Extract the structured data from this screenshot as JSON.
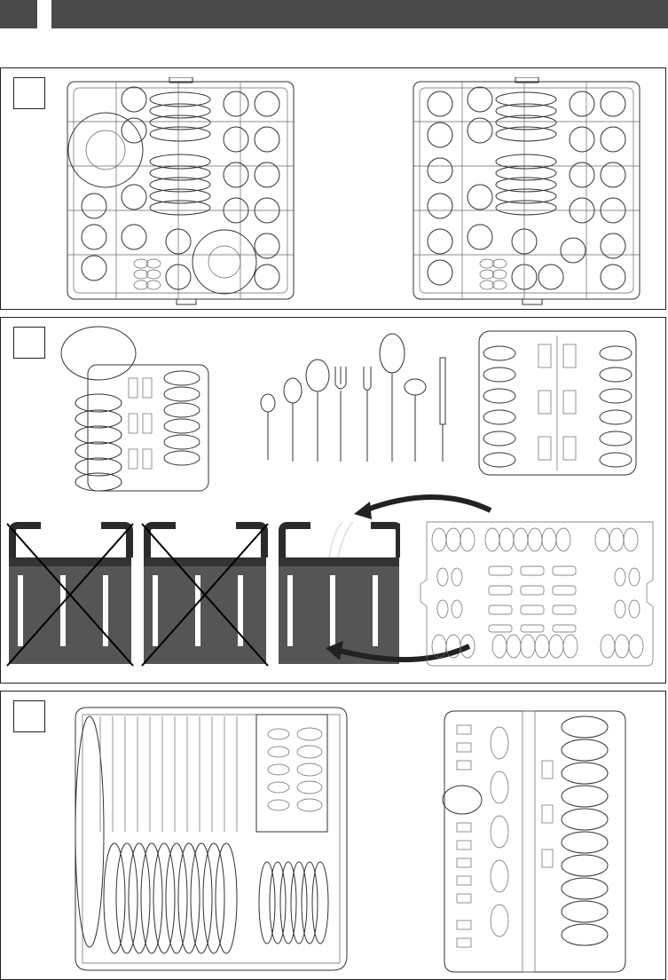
{
  "header": {
    "tab_color": "#4a4a4a",
    "bar_color": "#4a4a4a"
  },
  "panels": [
    {
      "id": "upper-basket-loading",
      "step_number": ""
    },
    {
      "id": "cutlery-basket-and-tray",
      "step_number": ""
    },
    {
      "id": "lower-basket-loading",
      "step_number": ""
    }
  ],
  "colors": {
    "line": "#333333",
    "handle": "#2b2b2b",
    "basket": "#555555"
  }
}
